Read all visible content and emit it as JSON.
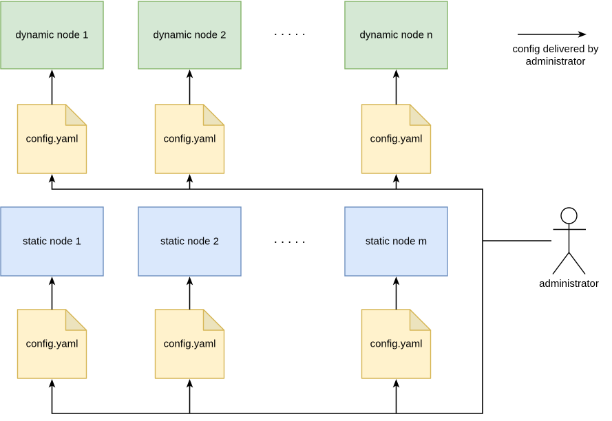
{
  "colors": {
    "dynamic_fill": "#d5e8d4",
    "dynamic_stroke": "#82b366",
    "static_fill": "#dae8fc",
    "static_stroke": "#6c8ebf",
    "config_fill": "#fff2cc",
    "config_stroke": "#d6b656",
    "config_fold_fill": "#ece3bd",
    "line_color": "#000000",
    "text_color": "#000000",
    "background": "#ffffff"
  },
  "dynamic_row": {
    "node1": "dynamic node 1",
    "node2": "dynamic node 2",
    "ellipsis": ". . . . .",
    "node_n": "dynamic node n"
  },
  "static_row": {
    "node1": "static node 1",
    "node2": "static node 2",
    "ellipsis": ". . . . .",
    "node_m": "static node m"
  },
  "config_file": {
    "label": "config.yaml"
  },
  "legend": {
    "line1": "config delivered by",
    "line2": "administrator"
  },
  "actor": {
    "label": "administrator"
  }
}
